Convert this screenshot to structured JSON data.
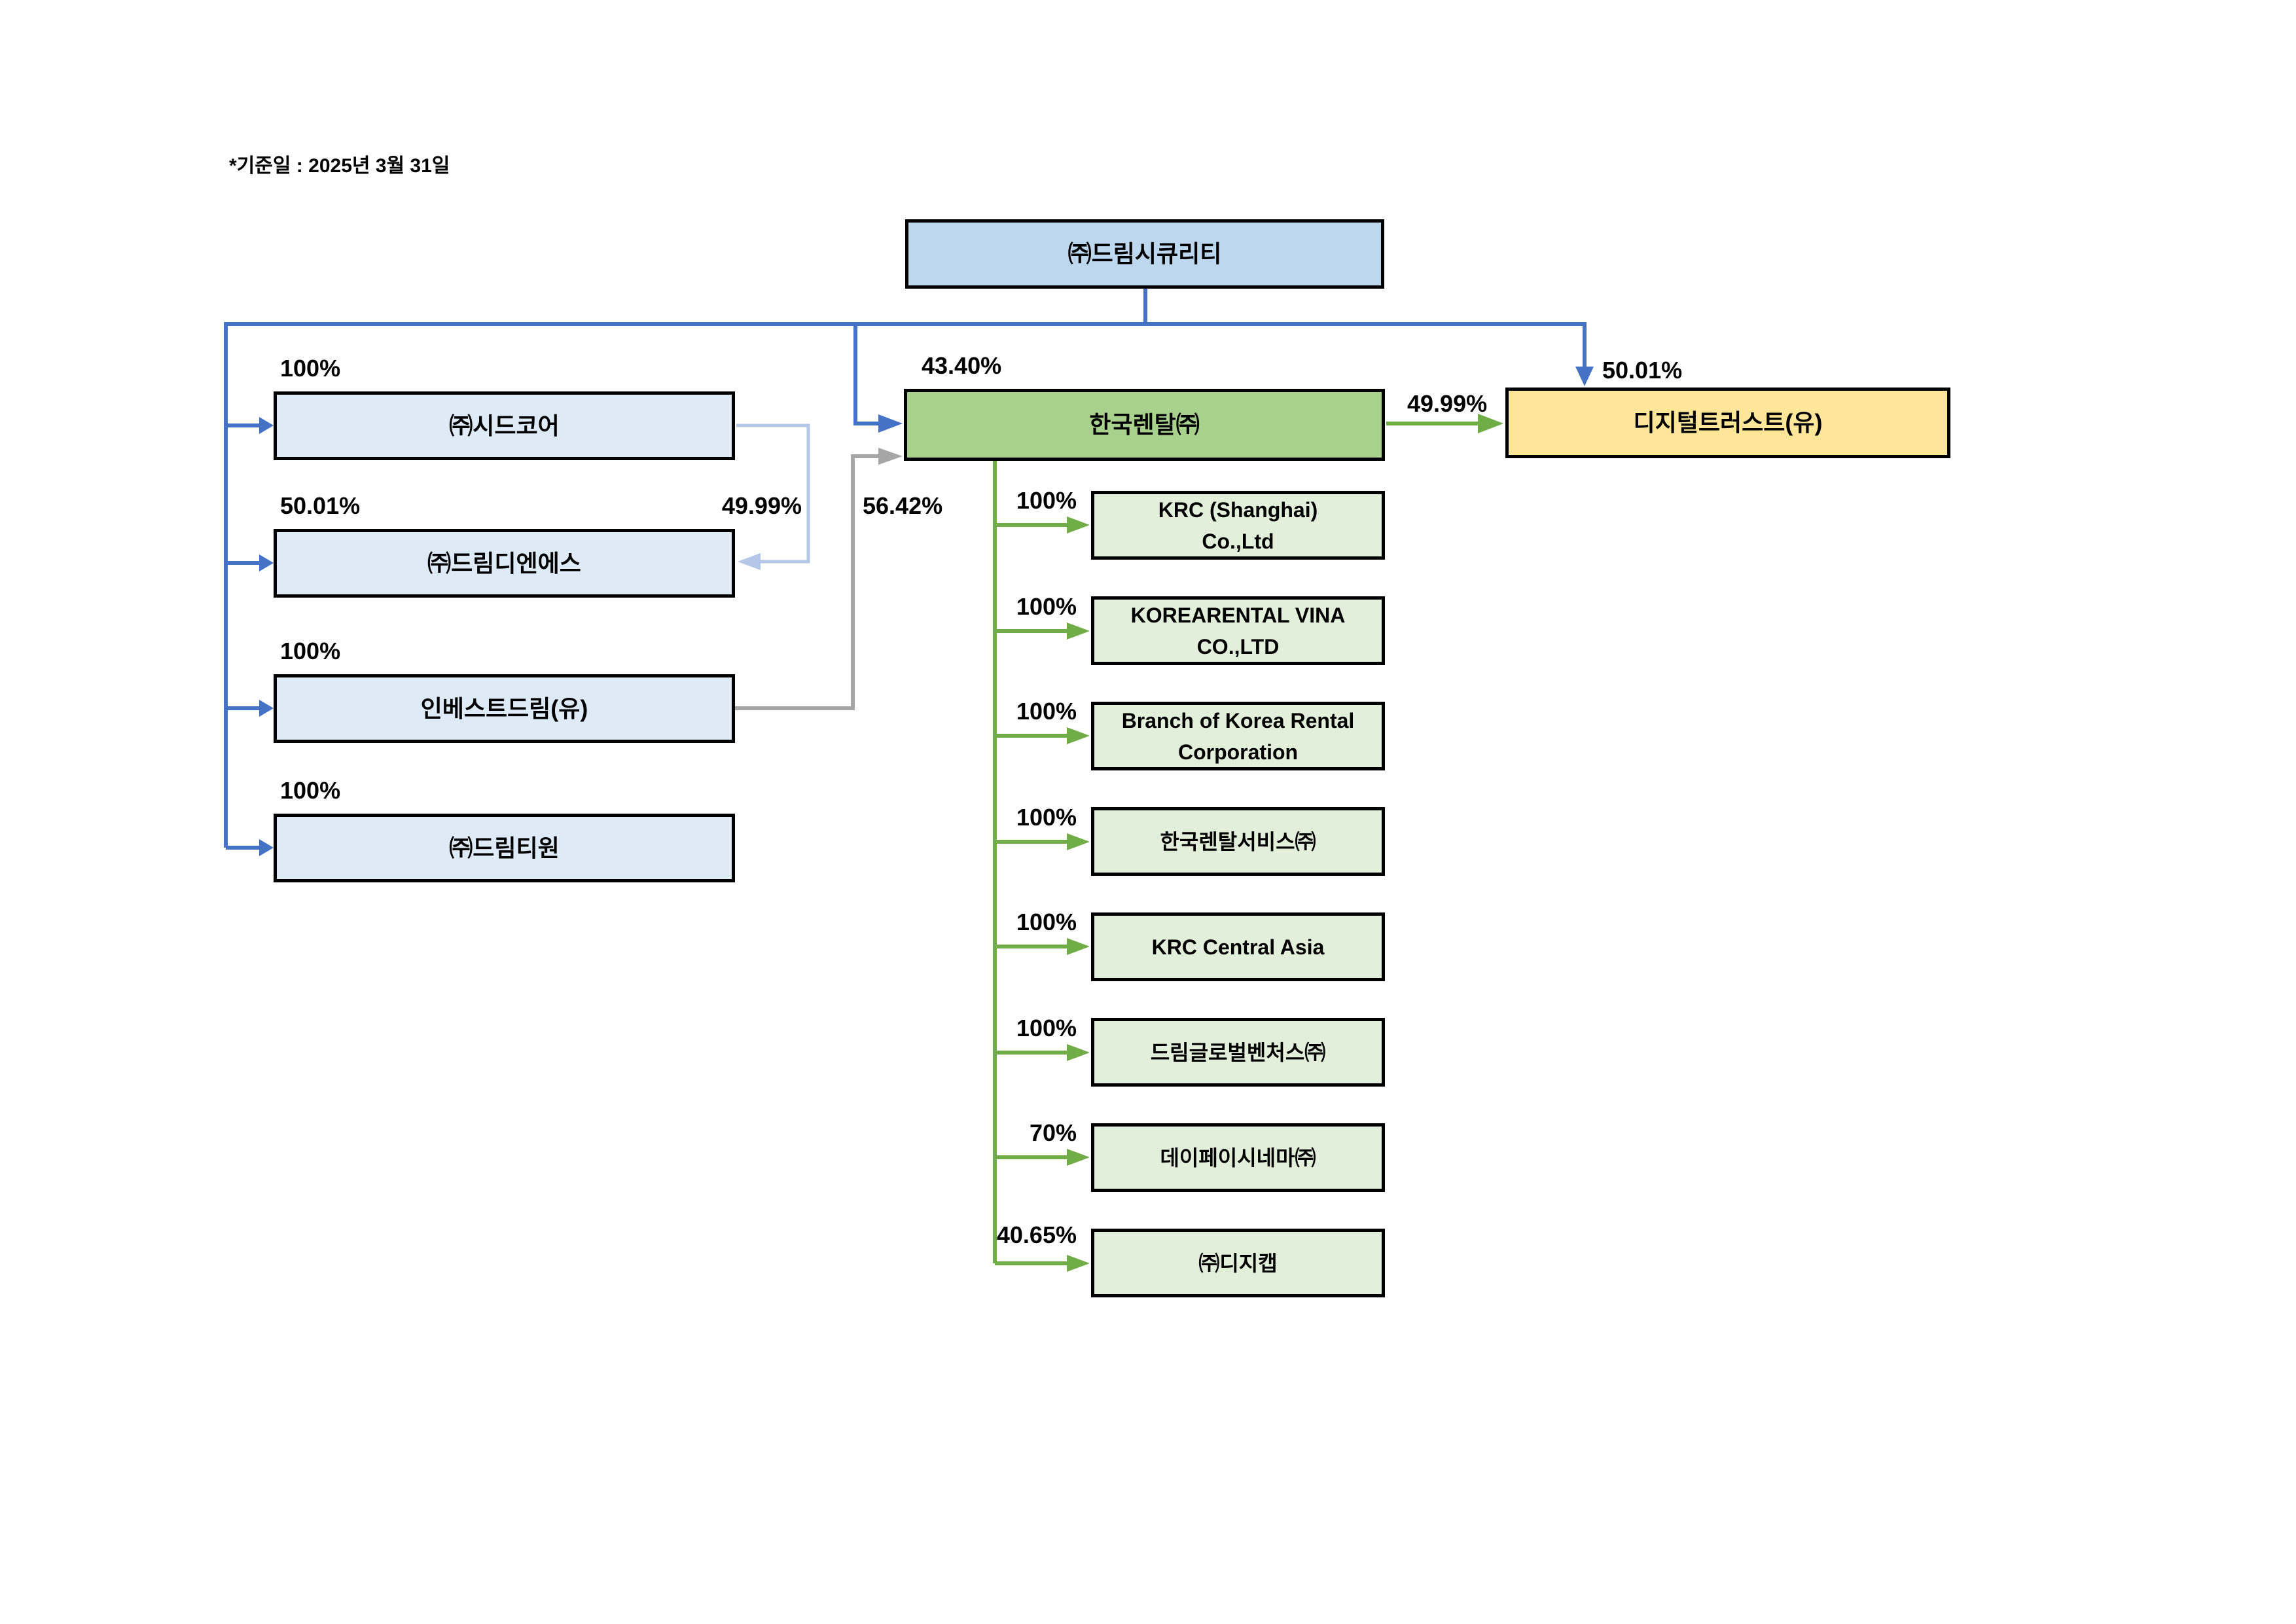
{
  "title_note": "*기준일 : 2025년 3월 31일",
  "diagram": {
    "root": {
      "label": "㈜드림시큐리티"
    },
    "left": [
      {
        "label": "㈜시드코어",
        "pct": "100%"
      },
      {
        "label": "㈜드림디엔에스",
        "pct": "50.01%",
        "pct_from_seedcore": "49.99%"
      },
      {
        "label": "인베스트드림(유)",
        "pct": "100%"
      },
      {
        "label": "㈜드림티원",
        "pct": "100%"
      }
    ],
    "korea_rental": {
      "label": "한국렌탈㈜",
      "pct_from_root": "43.40%",
      "pct_from_investdream": "56.42%"
    },
    "digital_trust": {
      "label": "디지털트러스트(유)",
      "pct_from_root": "50.01%",
      "pct_from_korea_rental": "49.99%"
    },
    "rental_subs": [
      {
        "label": "KRC (Shanghai)\nCo.,Ltd",
        "pct": "100%"
      },
      {
        "label": "KOREARENTAL VINA\nCO.,LTD",
        "pct": "100%"
      },
      {
        "label": "Branch of Korea Rental\nCorporation",
        "pct": "100%"
      },
      {
        "label": "한국렌탈서비스㈜",
        "pct": "100%"
      },
      {
        "label": "KRC Central Asia",
        "pct": "100%"
      },
      {
        "label": "드림글로벌벤처스㈜",
        "pct": "100%"
      },
      {
        "label": "데이페이시네마㈜",
        "pct": "70%"
      },
      {
        "label": "㈜디지캡",
        "pct": "40.65%"
      }
    ]
  },
  "colors": {
    "root_fill": "#BDD7EE",
    "left_fill": "#DEEBF7",
    "korea_rental_fill": "#A9D18E",
    "rental_sub_fill": "#E2EFDA",
    "digital_trust_fill": "#FFE699",
    "line_blue": "#4472C4",
    "line_green": "#70AD47",
    "line_gray": "#A6A6A6",
    "line_pale_blue": "#B4C7E7",
    "border": "#000000"
  }
}
